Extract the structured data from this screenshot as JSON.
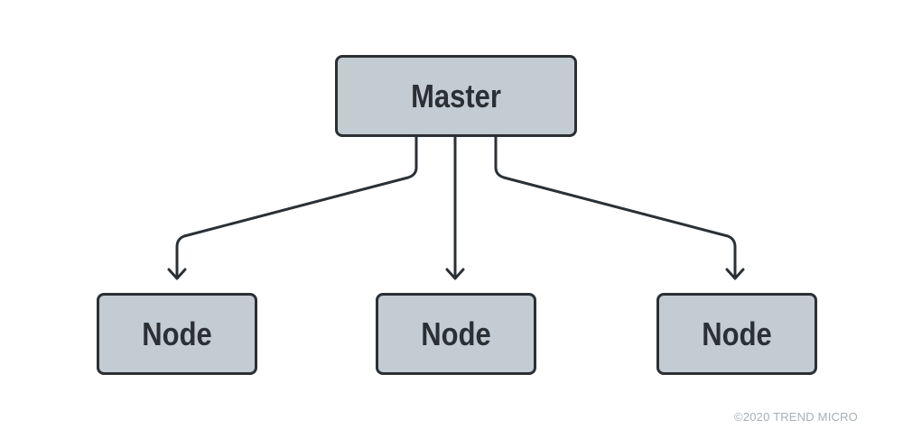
{
  "diagram": {
    "master_label": "Master",
    "nodes": [
      {
        "label": "Node"
      },
      {
        "label": "Node"
      },
      {
        "label": "Node"
      }
    ]
  },
  "colors": {
    "box_fill": "#c2ccd2",
    "stroke": "#2b3035",
    "background": "#ffffff",
    "copyright_text": "#a7afb5"
  },
  "footer": {
    "copyright": "©2020 TREND MICRO"
  }
}
